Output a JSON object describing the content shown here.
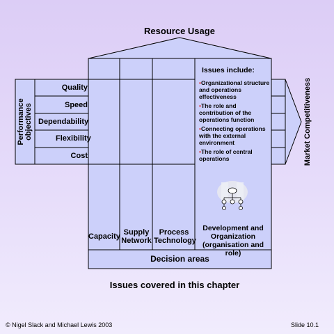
{
  "title": "Resource Usage",
  "left_label": [
    "Performance",
    "objectives"
  ],
  "right_label": "Market Competitiveness",
  "objectives": [
    "Quality",
    "Speed",
    "Dependability",
    "Flexibility",
    "Cost"
  ],
  "issues_heading": "Issues include:",
  "issues": [
    {
      "bullet": "•",
      "text": "Organizational structure and operations effectiveness"
    },
    {
      "bullet": "•",
      "text": "The role and contribution of the operations function"
    },
    {
      "bullet": "•",
      "text": "Connecting operations with the external environment"
    },
    {
      "bullet": "•",
      "text": "The role of central operations"
    }
  ],
  "columns": {
    "capacity": "Capacity",
    "supply_network": "Supply Network",
    "process_technology": "Process Technology",
    "development": "Development and Organization (organisation and role)"
  },
  "decision_areas": "Decision areas",
  "subtitle": "Issues covered in this chapter",
  "footer_left": "© Nigel Slack and Michael Lewis 2003",
  "footer_right": "Slide 10.1",
  "colors": {
    "fill": "#ccd0fa",
    "stroke": "#000000",
    "bullet": "#e03030"
  },
  "icon": "org-chart-icon"
}
